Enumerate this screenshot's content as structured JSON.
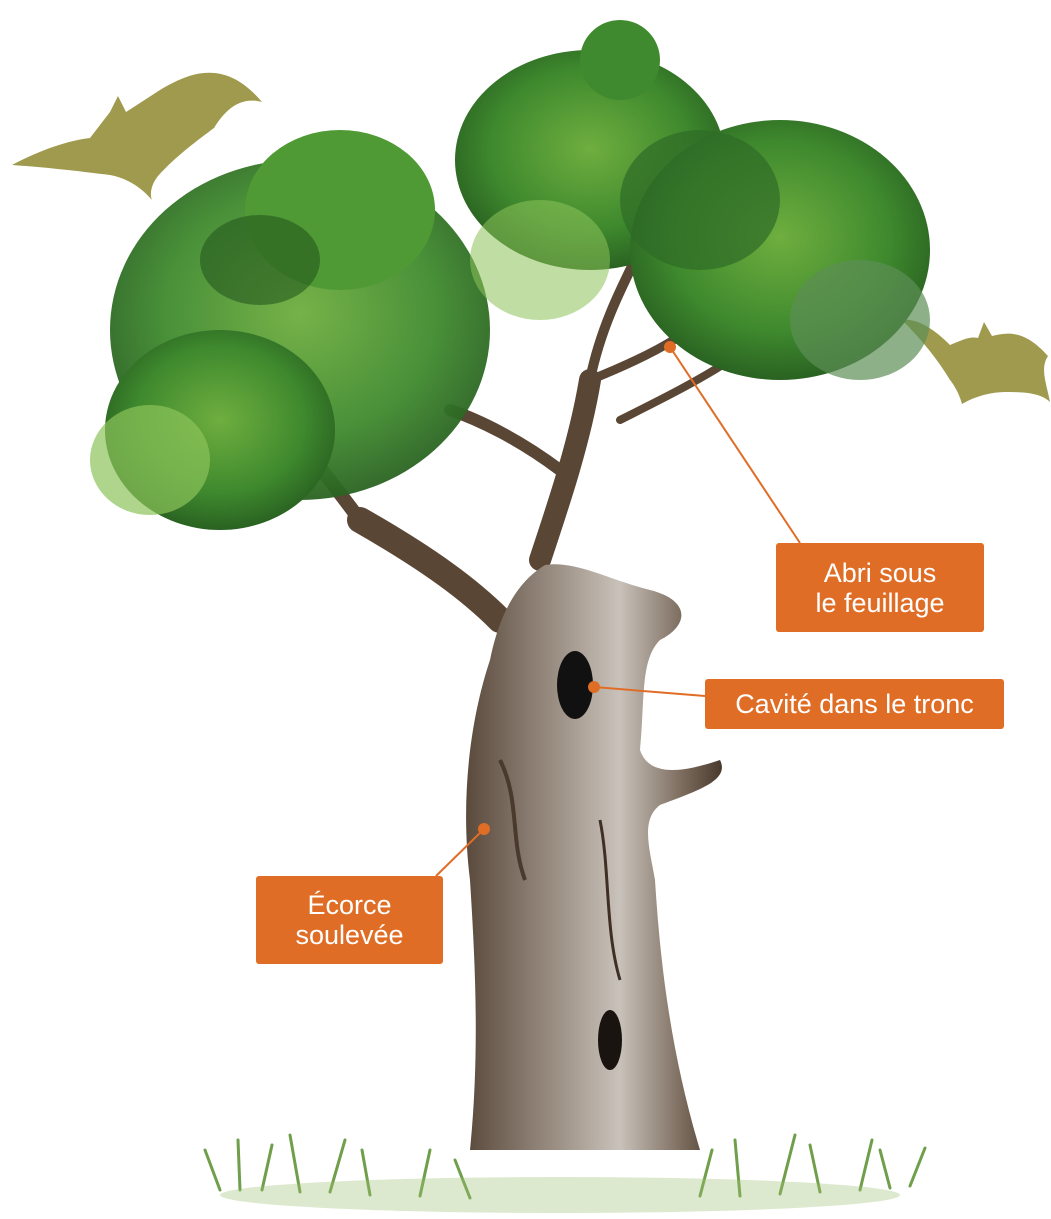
{
  "colors": {
    "label_bg": "#e06d25",
    "leader_line": "#e06d25",
    "bat": "#9f9a4e",
    "foliage_dark": "#2e6b26",
    "foliage_mid": "#4f9a34",
    "foliage_light": "#8cc35a",
    "bark": "#6b5a4c",
    "grass": "#6f9f4a"
  },
  "icons": [
    "bat-icon",
    "tree-illustration",
    "grass-tuft"
  ],
  "labels": {
    "abri": {
      "line1": "Abri sous",
      "line2": "le feuillage"
    },
    "cavite": {
      "text": "Cavité dans le tronc"
    },
    "ecorce": {
      "line1": "Écorce",
      "line2": "soulevée"
    }
  }
}
